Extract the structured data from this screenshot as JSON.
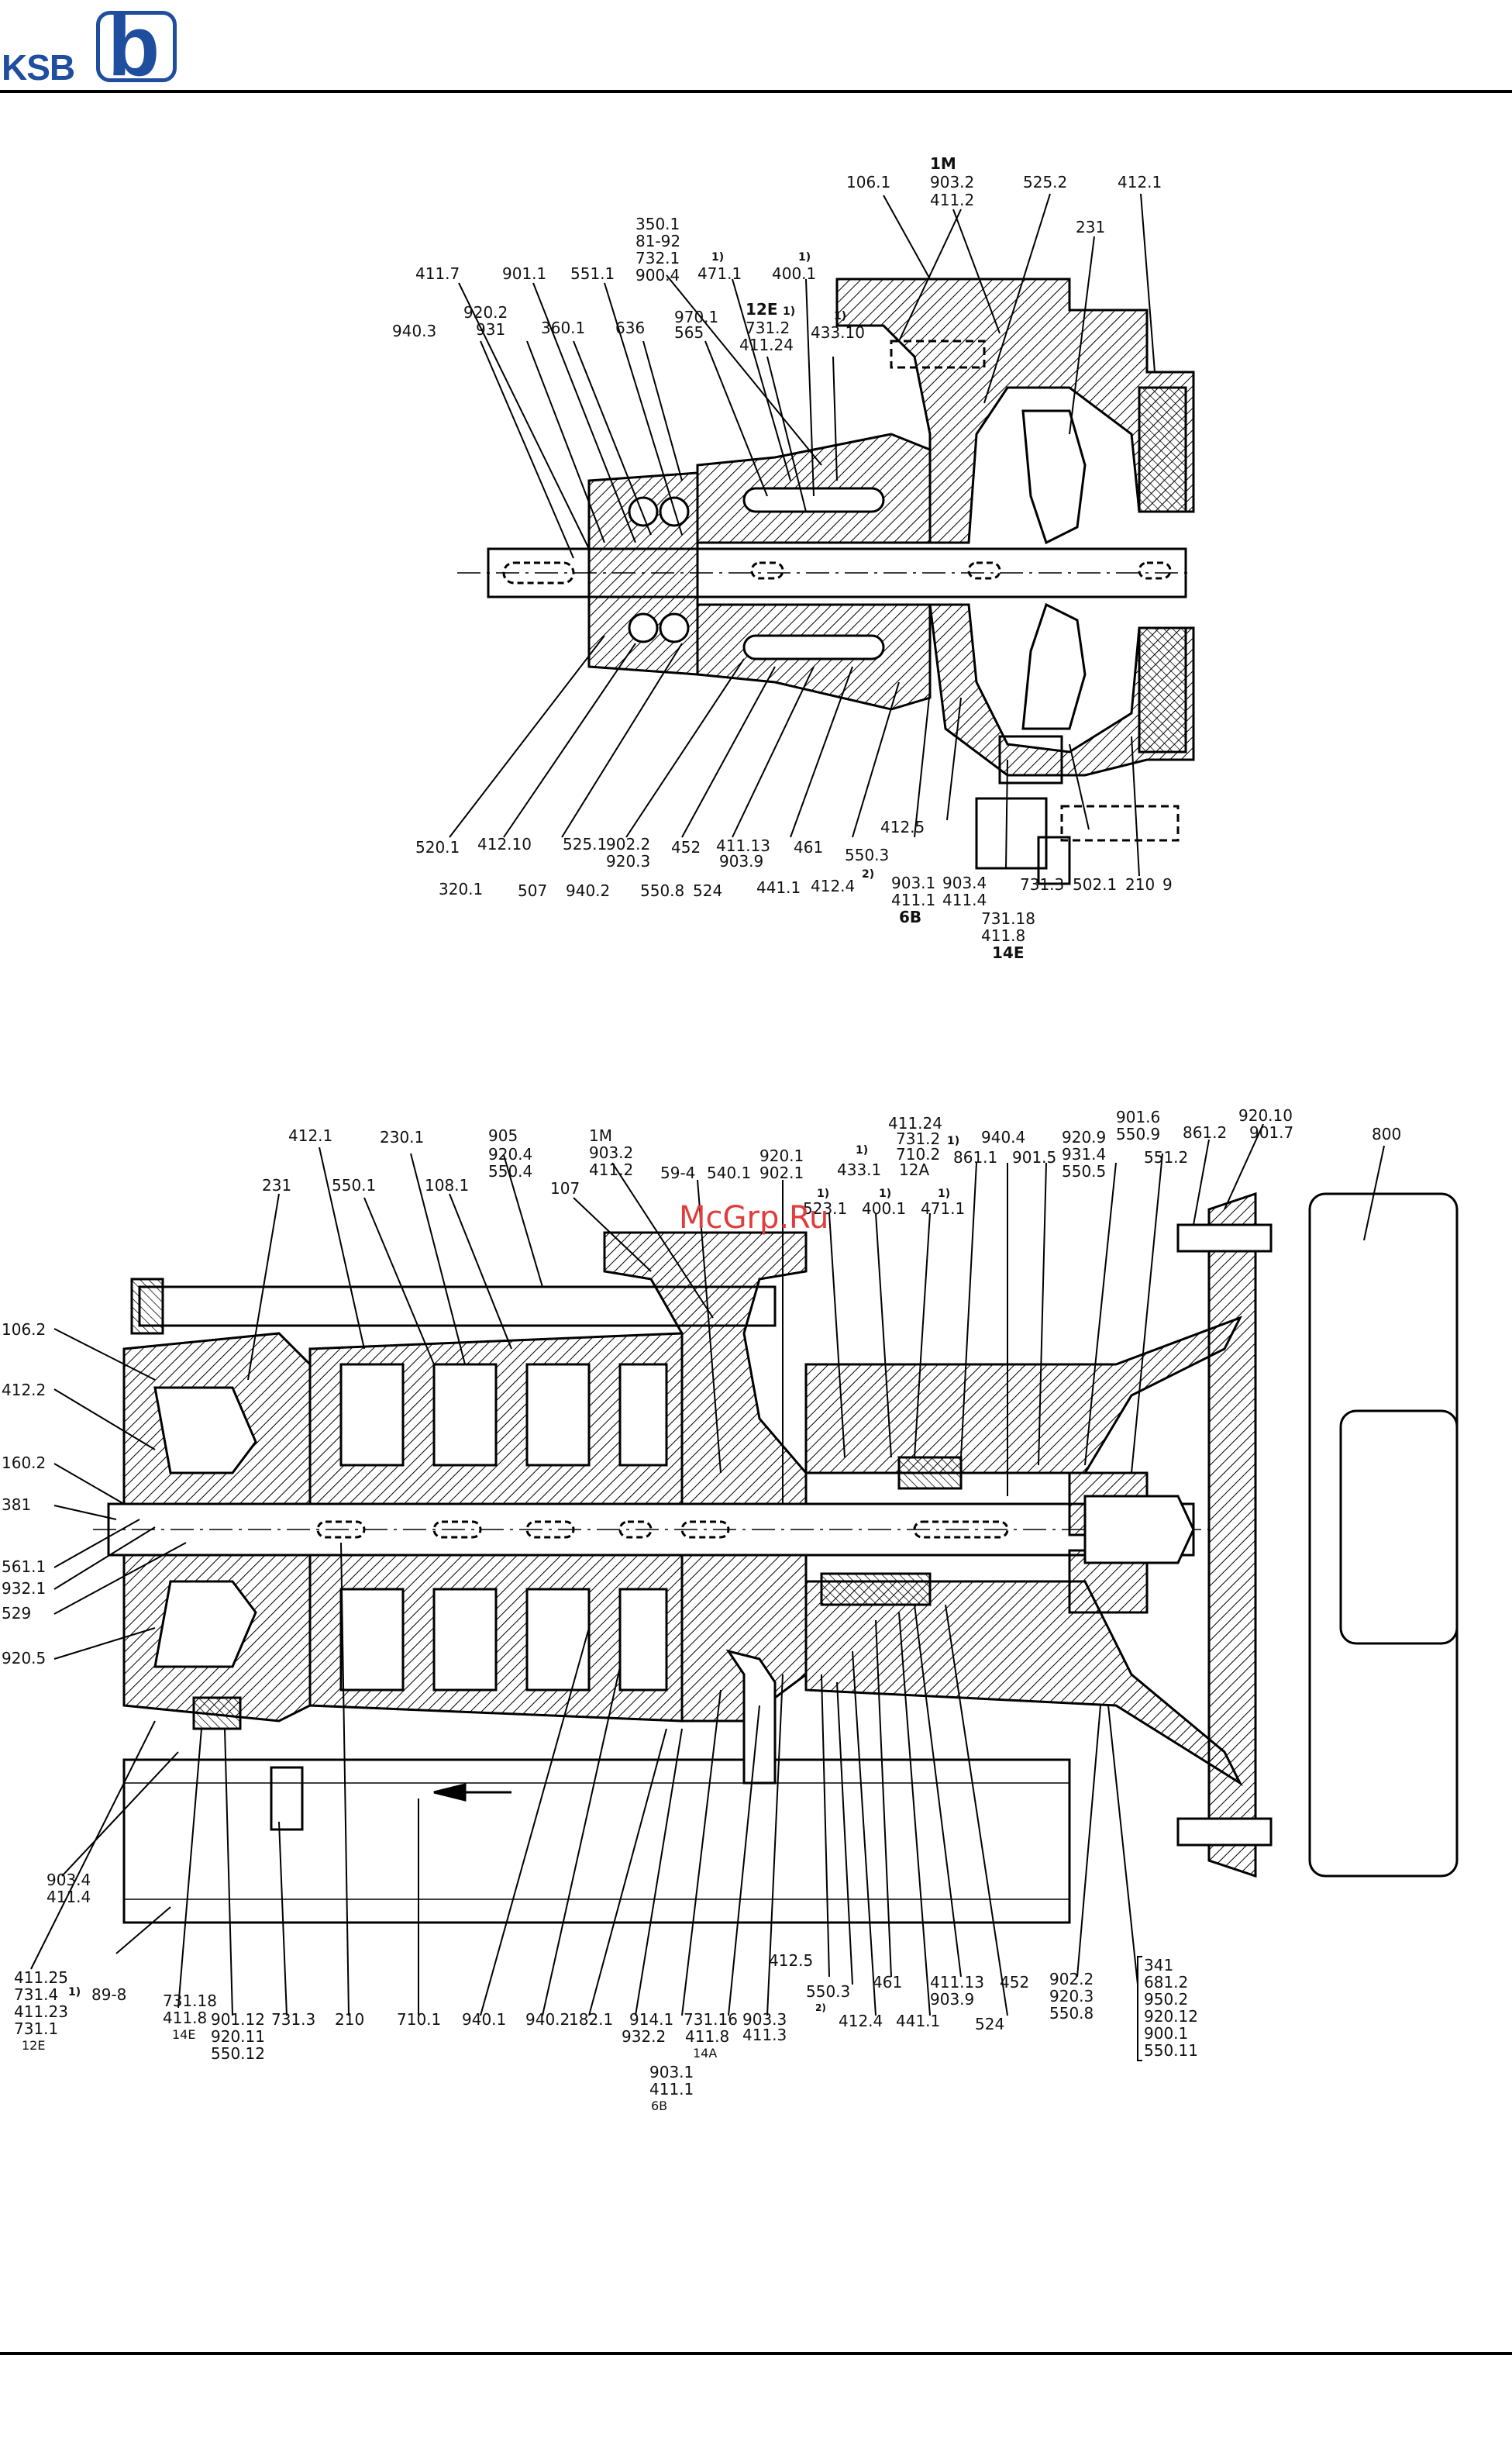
{
  "logo": {
    "text": "KSB",
    "mark": "b"
  },
  "watermark": "McGrp.Ru",
  "top_labels": {
    "l1061": "106.1",
    "l1m": "1M",
    "l9032": "903.2",
    "l4112": "411.2",
    "l5252": "525.2",
    "l4121": "412.1",
    "l231": "231",
    "l3501": "350.1",
    "l8192": "81-92",
    "l7321": "732.1",
    "l9004": "900.4",
    "n1a": "1)",
    "l4711": "471.1",
    "n1b": "1)",
    "l4001": "400.1",
    "l4117": "411.7",
    "l9011": "901.1",
    "l5511": "551.1",
    "l9202": "920.2",
    "l931": "931",
    "l9403": "940.3",
    "l3601": "360.1",
    "l636": "636",
    "l9701": "970.1",
    "l565": "565",
    "l12e": "12E",
    "n1c": "1)",
    "l7312": "731.2",
    "l41124": "411.24",
    "n1d": "1)",
    "l43310": "433.10",
    "l5201": "520.1",
    "l41210": "412.10",
    "l5251": "525.1",
    "l9022": "902.2",
    "l9203": "920.3",
    "l452": "452",
    "l41113": "411.13",
    "l9039": "903.9",
    "l461": "461",
    "l5503": "550.3",
    "n2a": "2)",
    "l4125": "412.5",
    "l3201": "320.1",
    "l507": "507",
    "l9402": "940.2",
    "l5508": "550.8",
    "l524": "524",
    "l4411": "441.1",
    "l4124": "412.4",
    "l9031": "903.1",
    "l4111": "411.1",
    "l6b": "6B",
    "l9034": "903.4",
    "l4114": "411.4",
    "l7313": "731.3",
    "l5021": "502.1",
    "l210": "210",
    "l9": "9",
    "l73118": "731.18",
    "l4118": "411.8",
    "l14e": "14E"
  },
  "bottom_labels": {
    "l41124": "411.24",
    "l7312": "731.2",
    "n1a": "1)",
    "l7102": "710.2",
    "l12a": "12A",
    "l9404": "940.4",
    "l9209": "920.9",
    "l9314": "931.4",
    "l5505": "550.5",
    "l9016": "901.6",
    "l5509": "550.9",
    "l92010": "920.10",
    "l9017": "901.7",
    "l800": "800",
    "l4121": "412.1",
    "l2301": "230.1",
    "l905": "905",
    "l9204": "920.4",
    "l5504": "550.4",
    "l1m": "1M",
    "l9032": "903.2",
    "l4112": "411.2",
    "l594": "59-4",
    "l5401": "540.1",
    "l9201": "920.1",
    "l9021": "902.1",
    "n1b": "1)",
    "l4331": "433.1",
    "l8611": "861.1",
    "l9015": "901.5",
    "l5512": "551.2",
    "l8612": "861.2",
    "l231": "231",
    "l5501": "550.1",
    "l1081": "108.1",
    "l107": "107",
    "n1c": "1)",
    "l5231": "523.1",
    "n1d": "1)",
    "l4001": "400.1",
    "n1e": "1)",
    "l4711": "471.1",
    "l1062": "106.2",
    "l4122": "412.2",
    "l1602": "160.2",
    "l381": "381",
    "l5611": "561.1",
    "l9321": "932.1",
    "l529": "529",
    "l9205": "920.5",
    "l9034": "903.4",
    "l4114": "411.4",
    "l41125": "411.25",
    "l7314": "731.4",
    "l41123": "411.23",
    "l7311": "731.1",
    "l12e": "12E",
    "n1f": "1)",
    "l898": "89-8",
    "l73118": "731.18",
    "l4118": "411.8",
    "l14e": "14E",
    "l90112": "901.12",
    "l92011": "920.11",
    "l55012": "550.12",
    "l7313": "731.3",
    "l210": "210",
    "l7101": "710.1",
    "l9401": "940.1",
    "l9402": "940.2",
    "l9401b": "182.1",
    "l941": "914.1",
    "l9322": "932.2",
    "l73116": "731.16",
    "l41181": "411.8",
    "l14a": "14A",
    "l9033": "903.3",
    "l4113": "411.3",
    "l9031": "903.1",
    "l4111": "411.1",
    "l6b": "6B",
    "l4125": "412.5",
    "l5503": "550.3",
    "n2a": "2)",
    "l4124": "412.4",
    "l461": "461",
    "l4411": "441.1",
    "l41113": "411.13",
    "l9039": "903.9",
    "l452": "452",
    "l524": "524",
    "l9022": "902.2",
    "l9203": "920.3",
    "l5508": "550.8",
    "l341": "341",
    "l6812": "681.2",
    "l9502": "950.2",
    "l92012": "920.12",
    "l9001": "900.1",
    "l55011": "550.11"
  }
}
